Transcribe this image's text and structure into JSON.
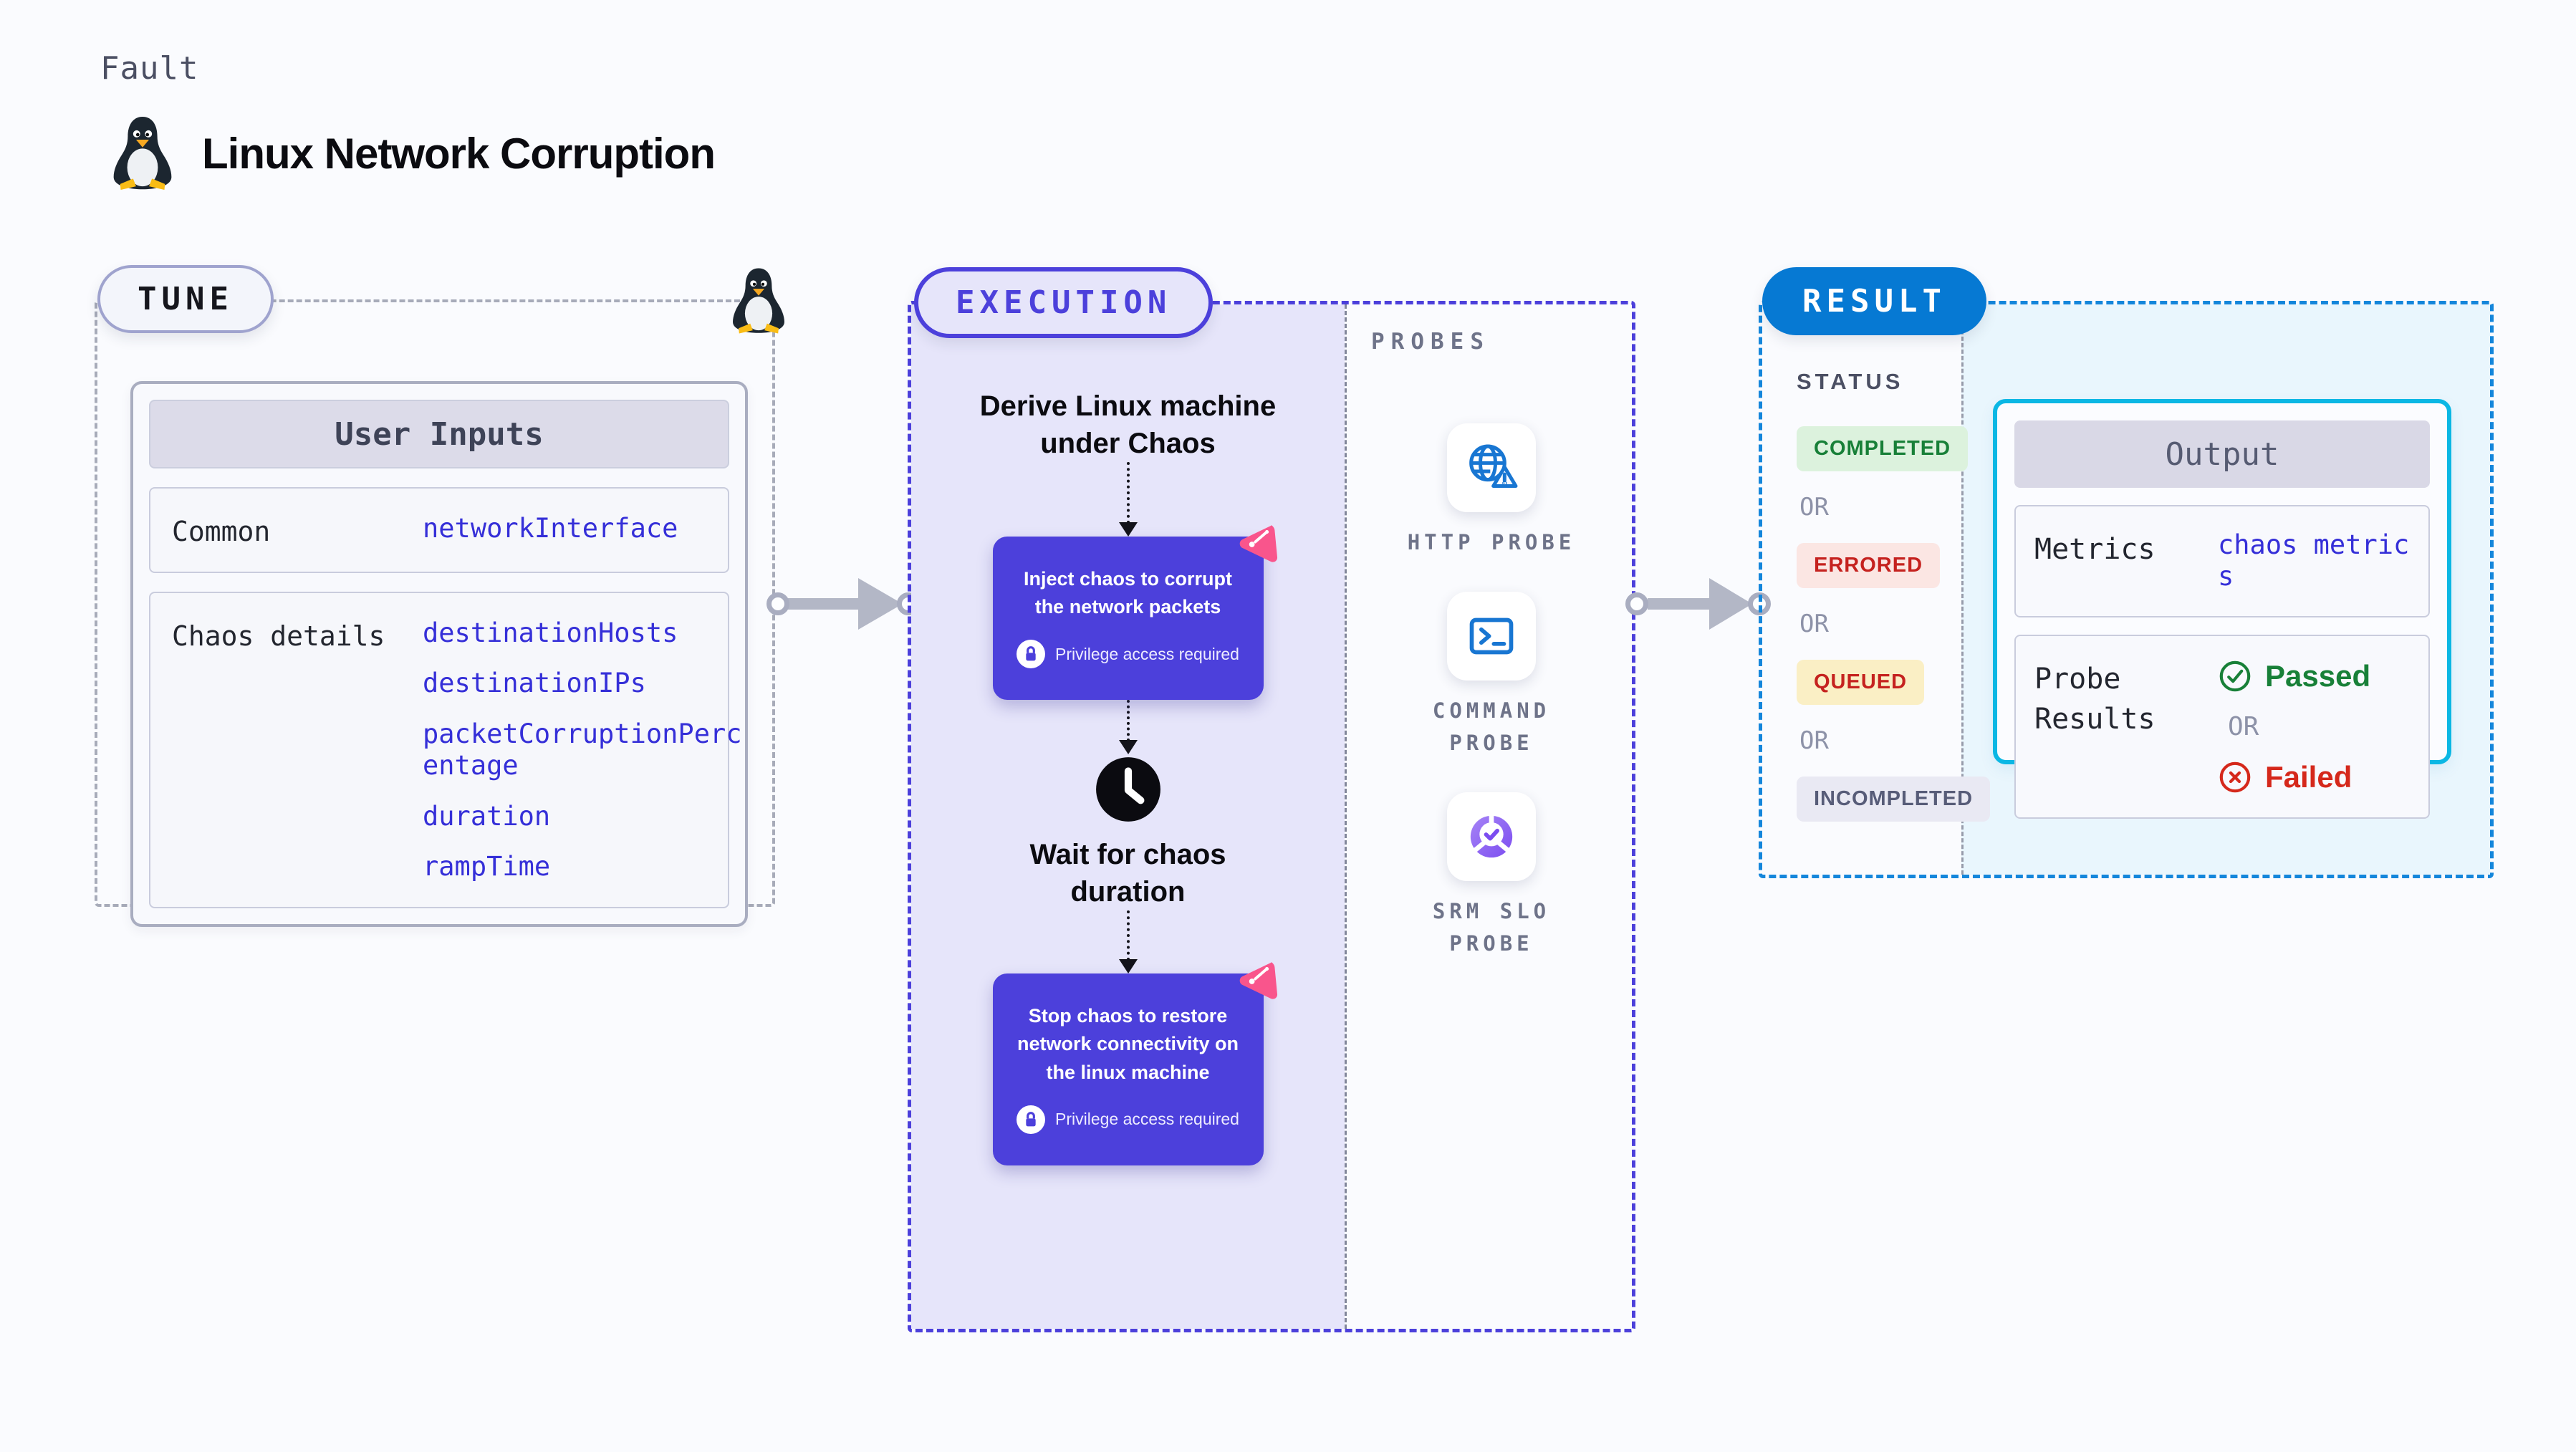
{
  "header": {
    "kicker": "Fault",
    "title": "Linux Network Corruption"
  },
  "tune": {
    "badge": "TUNE",
    "table_title": "User Inputs",
    "rows": [
      {
        "label": "Common",
        "values": [
          "networkInterface"
        ]
      },
      {
        "label": "Chaos details",
        "values": [
          "destinationHosts",
          "destinationIPs",
          "packetCorruptionPercentage",
          "duration",
          "rampTime"
        ]
      }
    ]
  },
  "execution": {
    "badge": "EXECUTION",
    "steps": {
      "derive": "Derive Linux machine under Chaos",
      "inject": "Inject chaos to corrupt the network packets",
      "privilege": "Privilege access required",
      "wait": "Wait for chaos duration",
      "stop": "Stop chaos to restore network connectivity on the linux machine"
    }
  },
  "probes": {
    "heading": "PROBES",
    "items": [
      {
        "label": "HTTP PROBE",
        "icon": "globe-alert-icon"
      },
      {
        "label": "COMMAND PROBE",
        "icon": "terminal-icon"
      },
      {
        "label": "SRM SLO PROBE",
        "icon": "slo-donut-icon"
      }
    ]
  },
  "result": {
    "badge": "RESULT",
    "status_heading": "STATUS",
    "or_label": "OR",
    "statuses": [
      {
        "label": "COMPLETED"
      },
      {
        "label": "ERRORED"
      },
      {
        "label": "QUEUED"
      },
      {
        "label": "INCOMPLETED"
      }
    ],
    "output": {
      "title": "Output",
      "metrics_label": "Metrics",
      "metrics_value": "chaos metrics",
      "probe_results_label": "Probe Results",
      "passed": "Passed",
      "failed": "Failed"
    }
  },
  "colors": {
    "accent_indigo": "#4C40DB",
    "accent_blue": "#0679D3",
    "accent_cyan": "#0BB7E4",
    "link_blue": "#352FD8",
    "success_green": "#188038",
    "error_red": "#C5221F",
    "lavender_bg": "#E6E5FA",
    "result_bg": "#E9F6FD",
    "page_bg": "#FAFBFE"
  }
}
